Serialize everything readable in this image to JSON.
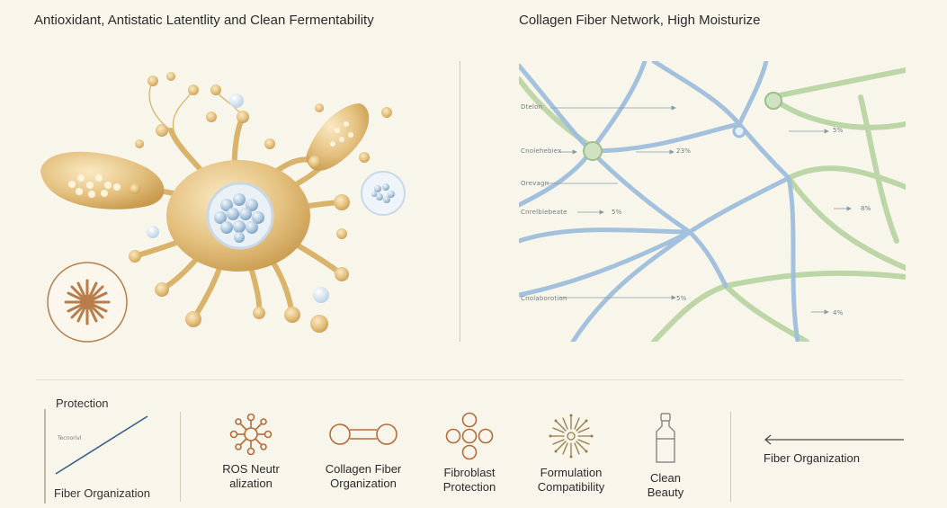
{
  "panels": {
    "left_title": "Antioxidant, Antistatic Latentlity and Clean Fermentability",
    "right_title": "Collagen Fiber Network, High Moisturize"
  },
  "network_annotations": [
    {
      "label": "Dtelon",
      "value": ""
    },
    {
      "label": "Cnolehebiex",
      "value": "23%"
    },
    {
      "label": "Orevagn",
      "value": ""
    },
    {
      "label": "Cnrelblebeate",
      "value": "5%"
    },
    {
      "label": "",
      "value": "5%"
    },
    {
      "label": "",
      "value": "8%"
    },
    {
      "label": "Cnolaborotion",
      "value": "5%"
    },
    {
      "label": "",
      "value": "4%"
    }
  ],
  "legend": {
    "title": "Protection",
    "tiny_label": "Tecnorivl",
    "axis_label": "Fiber Organization"
  },
  "features": [
    {
      "icon": "ros-molecule-icon",
      "label": "ROS Neutr\nalization"
    },
    {
      "icon": "collagen-fiber-icon",
      "label": "Collagen Fiber\nOrganization"
    },
    {
      "icon": "fibroblast-cluster-icon",
      "label": "Fibroblast\nProtection"
    },
    {
      "icon": "burst-flower-icon",
      "label": "Formulation\nCompatibility"
    },
    {
      "icon": "bottle-icon",
      "label": "Clean\nBeauty"
    }
  ],
  "arrow": {
    "label": "Fiber Organization",
    "icon": "left-arrow-icon"
  },
  "colors": {
    "gold": "#d9b36a",
    "blue": "#8fb2d4",
    "green": "#a9c98e",
    "background": "#f8f6ea"
  }
}
